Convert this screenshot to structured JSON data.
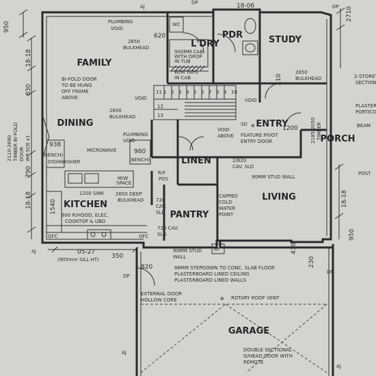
{
  "rooms": {
    "family": "FAMILY",
    "dining": "DINING",
    "kitchen": "KITCHEN",
    "ldry": "L'DRY",
    "pdr": "PDR",
    "study": "STUDY",
    "entry": "ENTRY",
    "linen": "LINEN",
    "pantry": "PANTRY",
    "living": "LIVING",
    "porch": "PORCH",
    "garage": "GARAGE",
    "wc": "WC"
  },
  "notes": {
    "plumbing_void_top": [
      "PLUMBING",
      "VOID"
    ],
    "bulkhead_620": [
      "2650",
      "BULKHEAD"
    ],
    "ldry_cab": [
      "900MM CAB",
      "WITH DROP",
      "IN TUB",
      "W/M TAPS",
      "IN CAB"
    ],
    "bifold": [
      "BI-FOLD DOOR",
      "TO BE HUNG",
      "OFF FRAME",
      "ABOVE"
    ],
    "study_bulkhead": [
      "2650",
      "BULKHEAD"
    ],
    "stair_bulkhead": [
      "2650",
      "BULKHEAD"
    ],
    "void_left": "VOID",
    "void_study": "VOID",
    "void_above": [
      "VOID",
      "ABOVE"
    ],
    "sd_entry": "SD",
    "feature_door": [
      "FEATURE PIVOT",
      "ENTRY DOOR"
    ],
    "plumbing_void_mid": [
      "PLUMBING",
      "VOID"
    ],
    "microwave": "MICROWAVE",
    "bench_left": "(BENCH)",
    "bench_right": "(BENCH)",
    "dishwasher": "DISHWASHER",
    "mw_space": [
      "M/W",
      "SPACE"
    ],
    "sink": "1200 SINK",
    "deep_bulkhead": [
      "2650 DEEP",
      "BULKHEAD"
    ],
    "hood": [
      "900 R/HOOD, ELEC.",
      "COOKTOP & UBO"
    ],
    "rf_pos": [
      "R/F",
      "POS"
    ],
    "cav_sld_720": [
      "720",
      "CAV.",
      "SLD"
    ],
    "cav_sld_2820": [
      "2/820",
      "CAV. SLD"
    ],
    "stud_wall_living": "90MM STUD WALL",
    "capped_water": [
      "CAPPED",
      "COLD",
      "WATER",
      "POINT"
    ],
    "cav_sld_pantry": [
      "720 CAV.",
      "SLD"
    ],
    "stud_wall_90": [
      "90MM STUD",
      "WALL"
    ],
    "rf_box": "RF",
    "stepdown": [
      "86MM STEPDOWN TO CONC. SLAB FLOOR",
      "PLASTERBOARD LINED CEILING",
      "PLASTERBOARD LINED WALLS"
    ],
    "ext_door": [
      "EXTERNAL DOOR",
      "HOLLOW CORE"
    ],
    "roof_vent": "ROTARY ROOF VENT",
    "sectional": [
      "DOUBLE SECTIONAL",
      "O/HEAD DOOR WITH",
      "REMOTE"
    ],
    "storey_section": [
      "2-STOREY",
      "SECTION"
    ],
    "plaster_portico": [
      "PLASTER",
      "PORTICO"
    ],
    "beam": "BEAM",
    "post": "POST",
    "timber_bifold": [
      "2110-2690",
      "TIMBER BI-FOLD",
      "DOOR",
      "INT-SCR x1"
    ],
    "timber_2185": [
      "2185-2050",
      "TIMBER"
    ],
    "sill": "(905mm SILL HT)",
    "aj": "AJ",
    "dp": "DP",
    "ofc": "OFC"
  },
  "dims": {
    "top_950": "950",
    "top_1806": "18-06",
    "top_2710": "2710",
    "left_1818a": "18-18",
    "left_830": "830",
    "left_790": "790",
    "left_1818b": "18-18",
    "left_1540": "1540",
    "right_1818": "18-18",
    "right_950": "950",
    "d938": "938",
    "d980": "980",
    "d620": "620",
    "d210": "210",
    "d1200": "1200",
    "d0527": "05-27",
    "d350": "350",
    "d820": "820",
    "d410": "410",
    "d230": "230",
    "stair_nums": [
      "11",
      "1",
      "2",
      "3",
      "4",
      "5",
      "6",
      "7",
      "8",
      "9",
      "10"
    ],
    "d12": "12",
    "d13": "13"
  }
}
